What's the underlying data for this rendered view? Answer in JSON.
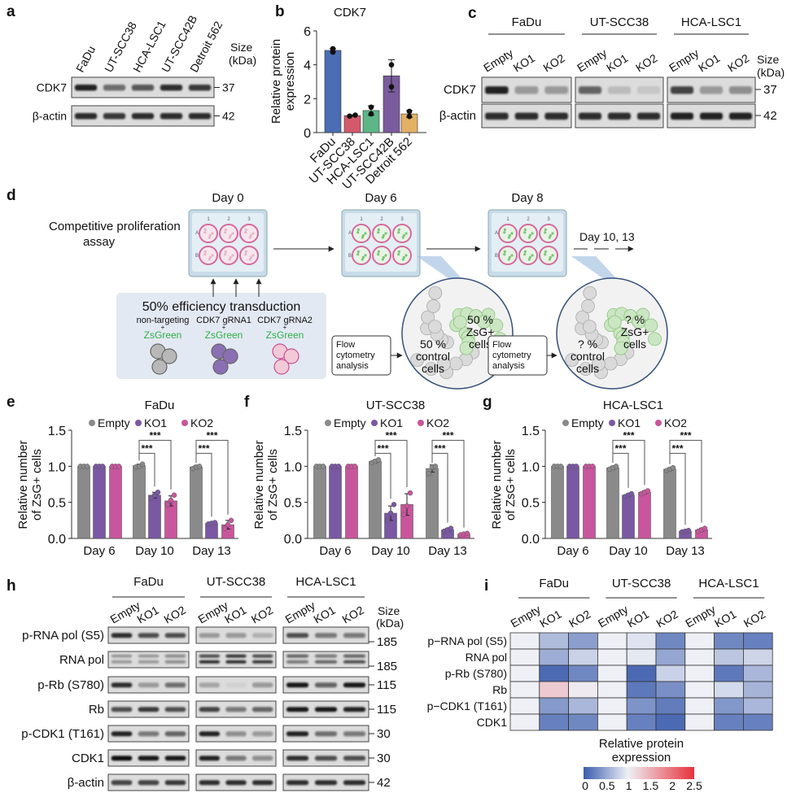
{
  "panel_letters": {
    "a": "a",
    "b": "b",
    "c": "c",
    "d": "d",
    "e": "e",
    "f": "f",
    "g": "g",
    "h": "h",
    "i": "i"
  },
  "size_header": [
    "Size",
    "(kDa)"
  ],
  "panel_a": {
    "lanes": [
      "FaDu",
      "UT-SCC38",
      "HCA-LSC1",
      "UT-SCC42B",
      "Detroit 562"
    ],
    "rows": [
      {
        "name": "CDK7",
        "size": "37",
        "bands": [
          0.9,
          0.55,
          0.65,
          0.85,
          0.8
        ]
      },
      {
        "name": "β-actin",
        "size": "42",
        "bands": [
          0.85,
          0.8,
          0.85,
          0.85,
          0.85
        ]
      }
    ]
  },
  "panel_c": {
    "groups": [
      {
        "name": "FaDu",
        "lanes": [
          "Empty",
          "KO1",
          "KO2"
        ]
      },
      {
        "name": "UT-SCC38",
        "lanes": [
          "Empty",
          "KO1",
          "KO2"
        ]
      },
      {
        "name": "HCA-LSC1",
        "lanes": [
          "Empty",
          "KO1",
          "KO2"
        ]
      }
    ],
    "rows": [
      {
        "name": "CDK7",
        "size": "37",
        "bands": [
          [
            0.9,
            0.35,
            0.35
          ],
          [
            0.6,
            0.15,
            0.1
          ],
          [
            0.75,
            0.35,
            0.4
          ]
        ]
      },
      {
        "name": "β-actin",
        "size": "42",
        "bands": [
          [
            0.85,
            0.85,
            0.85
          ],
          [
            0.85,
            0.85,
            0.85
          ],
          [
            0.9,
            0.9,
            0.9
          ]
        ]
      }
    ]
  },
  "panel_d": {
    "days": [
      "Day 0",
      "Day 6",
      "Day 8"
    ],
    "later_days": "Day 10, 13",
    "assay_title": [
      "Competitive proliferation",
      "assay"
    ],
    "plate_cols": [
      "1",
      "2",
      "3"
    ],
    "plate_rows": [
      "A",
      "B"
    ],
    "transduction_title": "50% efficiency transduction",
    "constructs": [
      {
        "name": "non-targeting",
        "plus": "+",
        "marker": "ZsGreen",
        "color": "#b8b8b8"
      },
      {
        "name": "CDK7 gRNA1",
        "plus": "+",
        "marker": "ZsGreen",
        "color": "#8a6fb3"
      },
      {
        "name": "CDK7 gRNA2",
        "plus": "+",
        "marker": "ZsGreen",
        "color": "#f2c9d6"
      }
    ],
    "flow_box": [
      "Flow",
      "cytometry",
      "analysis"
    ],
    "circle_day6": {
      "zsg": [
        "50 %",
        "ZsG+",
        "cells"
      ],
      "control": [
        "50 %",
        "control",
        "cells"
      ]
    },
    "circle_day8": {
      "zsg": [
        "? %",
        "ZsG+",
        "cells"
      ],
      "control": [
        "? %",
        "control",
        "cells"
      ]
    },
    "zsgreen_color": "#2fae4a"
  },
  "panel_h": {
    "groups": [
      {
        "name": "FaDu",
        "lanes": [
          "Empty",
          "KO1",
          "KO2"
        ]
      },
      {
        "name": "UT-SCC38",
        "lanes": [
          "Empty",
          "KO1",
          "KO2"
        ]
      },
      {
        "name": "HCA-LSC1",
        "lanes": [
          "Empty",
          "KO1",
          "KO2"
        ]
      }
    ],
    "rows": [
      {
        "name": "p-RNA pol (S5)",
        "size": "185",
        "bands": [
          [
            0.85,
            0.7,
            0.7
          ],
          [
            0.3,
            0.35,
            0.2
          ],
          [
            0.7,
            0.5,
            0.5
          ]
        ]
      },
      {
        "name": "RNA pol",
        "size": "185",
        "bands": [
          [
            [
              0.3,
              0.3
            ],
            [
              0.3,
              0.3
            ],
            [
              0.4,
              0.4
            ]
          ],
          [
            [
              0.7,
              0.85
            ],
            [
              0.8,
              0.85
            ],
            [
              0.7,
              0.8
            ]
          ],
          [
            [
              0.6,
              0.5
            ],
            [
              0.5,
              0.6
            ],
            [
              0.6,
              0.7
            ]
          ]
        ]
      },
      {
        "name": "p-Rb (S780)",
        "size": "115",
        "bands": [
          [
            0.85,
            0.3,
            0.55
          ],
          [
            0.25,
            0.05,
            0.35
          ],
          [
            0.95,
            0.6,
            0.95
          ]
        ]
      },
      {
        "name": "Rb",
        "size": "115",
        "bands": [
          [
            0.7,
            0.8,
            0.7
          ],
          [
            0.75,
            0.5,
            0.6
          ],
          [
            0.95,
            0.95,
            0.9
          ]
        ]
      },
      {
        "name": "p-CDK1 (T161)",
        "size": "30",
        "bands": [
          [
            0.9,
            0.5,
            0.6
          ],
          [
            0.9,
            0.4,
            0.35
          ],
          [
            0.9,
            0.55,
            0.5
          ]
        ]
      },
      {
        "name": "CDK1",
        "size": "30",
        "bands": [
          [
            1,
            0.95,
            0.95
          ],
          [
            0.9,
            0.5,
            0.4
          ],
          [
            0.85,
            0.7,
            0.7
          ]
        ]
      },
      {
        "name": "β-actin",
        "size": "42",
        "bands": [
          [
            0.75,
            0.75,
            0.8
          ],
          [
            0.85,
            0.85,
            0.85
          ],
          [
            0.85,
            0.85,
            0.85
          ]
        ]
      }
    ]
  },
  "chart_data": [
    {
      "id": "b",
      "type": "bar",
      "title": "CDK7",
      "ylabel_lines": [
        "Relative protein",
        "expression"
      ],
      "categories": [
        "FaDu",
        "UT-SCC38",
        "HCA-LSC1",
        "UT-SCC42B",
        "Detroit 562"
      ],
      "values": [
        4.85,
        1.0,
        1.3,
        3.35,
        1.1
      ],
      "error": [
        0.1,
        0.04,
        0.28,
        0.95,
        0.2
      ],
      "points": [
        [
          4.75,
          4.95
        ],
        [
          0.97,
          1.03
        ],
        [
          1.1,
          1.5
        ],
        [
          2.7,
          4.0
        ],
        [
          0.95,
          1.25
        ]
      ],
      "colors": [
        "#4a6db3",
        "#d35a6b",
        "#5db687",
        "#7a5b9d",
        "#e3b165"
      ],
      "ylim": [
        0,
        6
      ],
      "yticks": [
        "0",
        "2",
        "4",
        "6"
      ]
    },
    {
      "id": "e",
      "type": "bar",
      "title": "FaDu",
      "ylabel_lines": [
        "Relative number",
        "of ZsG+ cells"
      ],
      "categories": [
        "Day 6",
        "Day 10",
        "Day 13"
      ],
      "series": [
        {
          "name": "Empty",
          "color": "#8a8a8a",
          "values": [
            1.0,
            1.01,
            0.99
          ],
          "points": [
            [
              1,
              1,
              1
            ],
            [
              0.99,
              1.0,
              1.03
            ],
            [
              0.97,
              0.99,
              1.0
            ]
          ],
          "error": [
            0,
            0.02,
            0.02
          ]
        },
        {
          "name": "KO1",
          "color": "#7a58a3",
          "values": [
            1.0,
            0.6,
            0.21
          ],
          "points": [
            [
              1,
              1,
              1
            ],
            [
              0.56,
              0.6,
              0.64
            ],
            [
              0.2,
              0.21,
              0.22
            ]
          ],
          "error": [
            0,
            0.04,
            0.01
          ]
        },
        {
          "name": "KO2",
          "color": "#c9559c",
          "values": [
            1.0,
            0.52,
            0.19
          ],
          "points": [
            [
              1,
              1,
              1
            ],
            [
              0.47,
              0.53,
              0.6
            ],
            [
              0.14,
              0.19,
              0.25
            ]
          ],
          "error": [
            0,
            0.07,
            0.06
          ]
        }
      ],
      "significance": [
        {
          "category": "Day 10",
          "pair": [
            "Empty",
            "KO1"
          ],
          "label": "***"
        },
        {
          "category": "Day 10",
          "pair": [
            "Empty",
            "KO2"
          ],
          "label": "***"
        },
        {
          "category": "Day 13",
          "pair": [
            "Empty",
            "KO1"
          ],
          "label": "***"
        },
        {
          "category": "Day 13",
          "pair": [
            "Empty",
            "KO2"
          ],
          "label": "***"
        }
      ],
      "ylim": [
        0,
        1.5
      ],
      "yticks": [
        "0.0",
        "0.5",
        "1.0",
        "1.5"
      ]
    },
    {
      "id": "f",
      "type": "bar",
      "title": "UT-SCC38",
      "ylabel_lines": [
        "Relative number",
        "of ZsG+ cells"
      ],
      "categories": [
        "Day 6",
        "Day 10",
        "Day 13"
      ],
      "series": [
        {
          "name": "Empty",
          "color": "#8a8a8a",
          "values": [
            1.0,
            1.07,
            0.97
          ],
          "points": [
            [
              1,
              1,
              1
            ],
            [
              1.05,
              1.07,
              1.09
            ],
            [
              0.9,
              0.99,
              1.0
            ]
          ],
          "error": [
            0,
            0.02,
            0.05
          ]
        },
        {
          "name": "KO1",
          "color": "#7a58a3",
          "values": [
            1.0,
            0.35,
            0.12
          ],
          "points": [
            [
              1,
              1,
              1
            ],
            [
              0.25,
              0.35,
              0.47
            ],
            [
              0.1,
              0.12,
              0.14
            ]
          ],
          "error": [
            0,
            0.1,
            0.02
          ]
        },
        {
          "name": "KO2",
          "color": "#c9559c",
          "values": [
            1.0,
            0.47,
            0.06
          ],
          "points": [
            [
              1,
              1,
              1
            ],
            [
              0.33,
              0.45,
              0.63
            ],
            [
              0.05,
              0.06,
              0.07
            ]
          ],
          "error": [
            0,
            0.15,
            0.01
          ]
        }
      ],
      "significance": [
        {
          "category": "Day 10",
          "pair": [
            "Empty",
            "KO1"
          ],
          "label": "***"
        },
        {
          "category": "Day 10",
          "pair": [
            "Empty",
            "KO2"
          ],
          "label": "***"
        },
        {
          "category": "Day 13",
          "pair": [
            "Empty",
            "KO1"
          ],
          "label": "***"
        },
        {
          "category": "Day 13",
          "pair": [
            "Empty",
            "KO2"
          ],
          "label": "***"
        }
      ],
      "ylim": [
        0,
        1.5
      ],
      "yticks": [
        "0.0",
        "0.5",
        "1.0",
        "1.5"
      ]
    },
    {
      "id": "g",
      "type": "bar",
      "title": "HCA-LSC1",
      "ylabel_lines": [
        "Relative number",
        "of ZsG+ cells"
      ],
      "categories": [
        "Day 6",
        "Day 10",
        "Day 13"
      ],
      "series": [
        {
          "name": "Empty",
          "color": "#8a8a8a",
          "values": [
            1.0,
            0.98,
            0.96
          ],
          "points": [
            [
              1,
              1,
              1
            ],
            [
              0.96,
              0.98,
              1.0
            ],
            [
              0.94,
              0.96,
              0.98
            ]
          ],
          "error": [
            0,
            0.02,
            0.02
          ]
        },
        {
          "name": "KO1",
          "color": "#7a58a3",
          "values": [
            1.0,
            0.6,
            0.1
          ],
          "points": [
            [
              1,
              1,
              1
            ],
            [
              0.58,
              0.6,
              0.62
            ],
            [
              0.09,
              0.1,
              0.11
            ]
          ],
          "error": [
            0,
            0.02,
            0.01
          ]
        },
        {
          "name": "KO2",
          "color": "#c9559c",
          "values": [
            1.0,
            0.64,
            0.12
          ],
          "points": [
            [
              1,
              1,
              1
            ],
            [
              0.62,
              0.64,
              0.66
            ],
            [
              0.1,
              0.12,
              0.14
            ]
          ],
          "error": [
            0,
            0.02,
            0.02
          ]
        }
      ],
      "significance": [
        {
          "category": "Day 10",
          "pair": [
            "Empty",
            "KO1"
          ],
          "label": "***"
        },
        {
          "category": "Day 10",
          "pair": [
            "Empty",
            "KO2"
          ],
          "label": "***"
        },
        {
          "category": "Day 13",
          "pair": [
            "Empty",
            "KO1"
          ],
          "label": "***"
        },
        {
          "category": "Day 13",
          "pair": [
            "Empty",
            "KO2"
          ],
          "label": "***"
        }
      ],
      "ylim": [
        0,
        1.5
      ],
      "yticks": [
        "0.0",
        "0.5",
        "1.0",
        "1.5"
      ]
    },
    {
      "id": "i",
      "type": "heatmap",
      "groups": [
        "FaDu",
        "UT-SCC38",
        "HCA-LSC1"
      ],
      "columns": [
        "Empty",
        "KO1",
        "KO2",
        "Empty",
        "KO1",
        "KO2",
        "Empty",
        "KO1",
        "KO2"
      ],
      "rows": [
        "p−RNA pol (S5)",
        "RNA pol",
        "p-Rb (S780)",
        "Rb",
        "p−CDK1 (T161)",
        "CDK1"
      ],
      "values": [
        [
          1.0,
          0.65,
          0.45,
          1.0,
          0.92,
          0.3,
          1.0,
          0.3,
          0.25
        ],
        [
          1.0,
          0.55,
          0.8,
          1.0,
          0.95,
          0.5,
          1.0,
          0.72,
          0.82
        ],
        [
          1.0,
          0.1,
          0.3,
          1.0,
          0.1,
          0.8,
          1.0,
          0.2,
          0.62
        ],
        [
          1.0,
          1.3,
          1.05,
          1.0,
          0.2,
          0.35,
          1.0,
          0.85,
          0.6
        ],
        [
          1.0,
          0.42,
          0.62,
          1.0,
          0.38,
          0.22,
          1.0,
          0.4,
          0.62
        ],
        [
          1.0,
          0.25,
          0.3,
          1.0,
          0.25,
          0.1,
          1.0,
          0.25,
          0.25
        ]
      ],
      "colorbar": {
        "title_lines": [
          "Relative protein",
          "expression"
        ],
        "ticks": [
          "0",
          "0.5",
          "1",
          "1.5",
          "2",
          "2.5"
        ],
        "range": [
          0,
          2.5
        ],
        "colors": [
          "#3a5bac",
          "#eef0f6",
          "#e8323c"
        ]
      }
    }
  ]
}
